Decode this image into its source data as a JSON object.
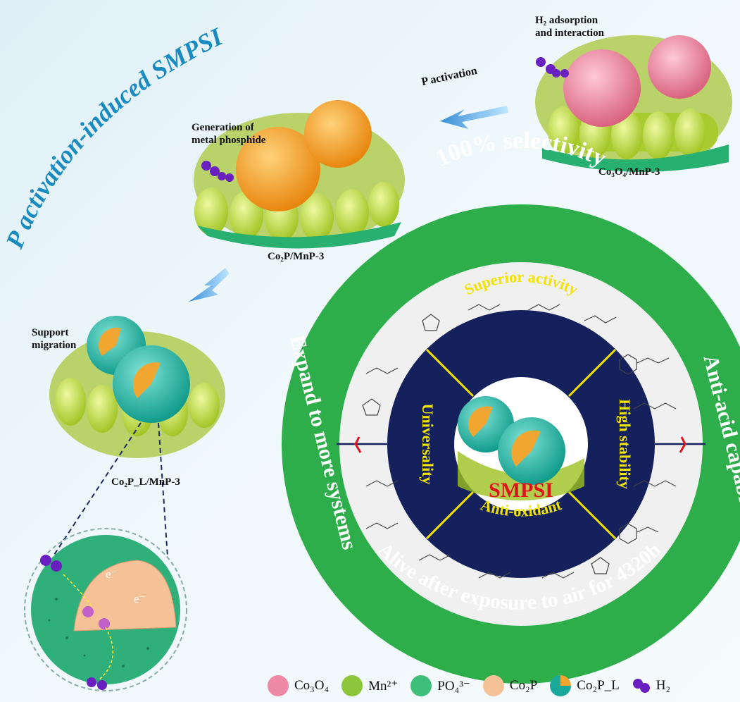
{
  "title": "P activation-induced SMPSI",
  "labels": {
    "h2_adsorption": [
      "H₂ adsorption",
      "and interaction"
    ],
    "p_activation": "P activation",
    "generation": [
      "Generation of",
      "metal phosphide"
    ],
    "support_migration": [
      "Support",
      "migration"
    ]
  },
  "captions": {
    "co3o4": "Co₃O₄/MnP-3",
    "co2p": "Co₂P/MnP-3",
    "co2pl": "Co₂P_L/MnP-3"
  },
  "zoom_electron": "e⁻",
  "ring": {
    "outer_top": "100% selectivity",
    "outer_left": "Expand to more systems",
    "outer_right": "Anti-acid capability",
    "outer_bottom": "Alive after exposure to air for 4320h",
    "inner_top": "Superior activity",
    "inner_left": "Universality",
    "inner_right": "High stability",
    "inner_bottom": "Anti-oxidant",
    "center": "SMPSI"
  },
  "colors": {
    "title": "#1a8bc0",
    "outer_ring": "#2eae4a",
    "inner_ring": "#14215c",
    "inner_text": "#f2e300",
    "center_text": "#e0141c",
    "co3o4": "#ef8aa6",
    "mn": "#8cc63a",
    "po4": "#3dbf7a",
    "co2p": "#f5c298",
    "h2": "#6a1fc0"
  },
  "legend": [
    {
      "label": "Co₃O₄",
      "icon": "co3o4-sphere-icon"
    },
    {
      "label": "Mn²⁺",
      "icon": "mn-sphere-icon"
    },
    {
      "label": "PO₄³⁻",
      "icon": "po4-sphere-icon"
    },
    {
      "label": "Co₂P",
      "icon": "co2p-sphere-icon"
    },
    {
      "label": "Co₂P_L",
      "icon": "co2pl-sphere-icon"
    },
    {
      "label": "H₂",
      "icon": "h2-molecule-icon"
    }
  ]
}
